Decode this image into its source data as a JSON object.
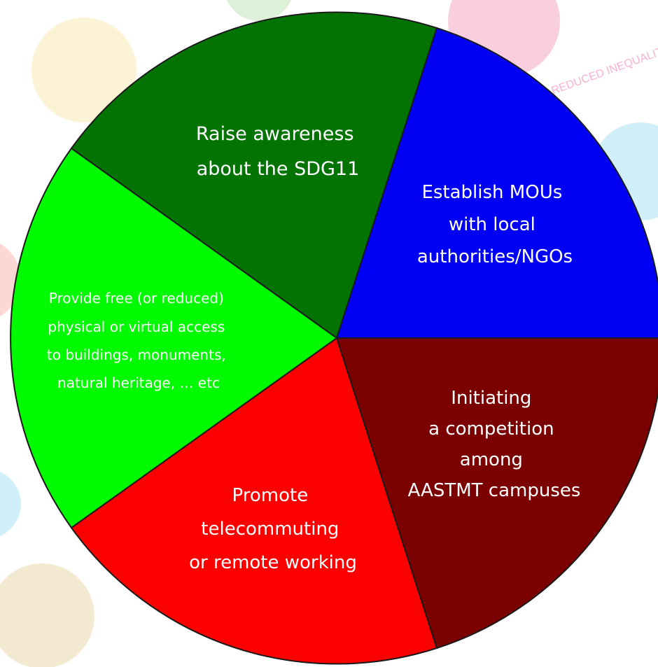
{
  "diagram": {
    "type": "pie-wheel",
    "segments": [
      {
        "id": "raise-awareness",
        "color": "#037303",
        "lines": [
          "Raise awareness",
          "about the SDG11"
        ]
      },
      {
        "id": "establish-mous",
        "color": "#0000f5",
        "lines": [
          "Establish MOUs",
          "with local",
          "authorities/NGOs"
        ]
      },
      {
        "id": "initiating-competition",
        "color": "#7b0000",
        "lines": [
          "Initiating",
          "a competition",
          "among",
          "AASTMT campuses"
        ]
      },
      {
        "id": "promote-telecommuting",
        "color": "#fc0000",
        "lines": [
          "Promote",
          "telecommuting",
          "or remote working"
        ]
      },
      {
        "id": "provide-free-access",
        "color": "#00fb00",
        "lines": [
          "Provide free (or reduced)",
          "physical or virtual access",
          "to buildings, monuments,",
          "natural heritage, … etc"
        ]
      }
    ],
    "outline_color": "#1a1a1a"
  },
  "background": {
    "decor": [
      {
        "name": "sdg-zero-hunger-icon",
        "color": "#f2c246"
      },
      {
        "name": "sdg-good-health-icon",
        "color": "#5fbf4a"
      },
      {
        "name": "sdg-reduced-inequalities-icon",
        "color": "#e3236f"
      },
      {
        "name": "sdg-clean-water-icon",
        "color": "#2ab6e0"
      },
      {
        "name": "sdg-gender-equality-icon",
        "color": "#ef4b3f"
      },
      {
        "name": "sdg-quality-education-icon",
        "color": "#2ab6e0"
      },
      {
        "name": "sdg-responsible-consumption-icon",
        "color": "#c99a2e"
      }
    ],
    "watermark_text": "REDUCED INEQUALITIES"
  }
}
